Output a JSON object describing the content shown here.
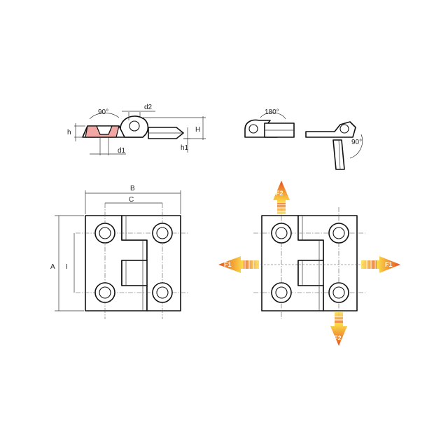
{
  "labels": {
    "angle_90_left": "90°",
    "d2": "d2",
    "h": "h",
    "d1": "d1",
    "H": "H",
    "h1": "h1",
    "angle_180": "180°",
    "angle_90_right": "90°",
    "B": "B",
    "C": "C",
    "A": "A",
    "I": "I"
  },
  "forces": {
    "F1_left": "F1",
    "F1_right": "F1",
    "F2_top": "F2",
    "F2_bottom": "F2"
  },
  "colors": {
    "line": "#111111",
    "countersink": "#f2a7a5",
    "arrow_dark": "#e8501c",
    "arrow_light": "#fbe04a"
  }
}
